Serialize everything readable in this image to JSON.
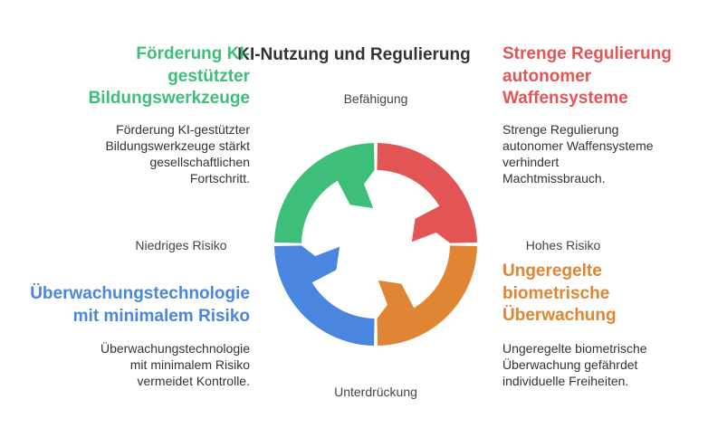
{
  "title": "KI-Nutzung und Regulierung",
  "axes": {
    "top": "Befähigung",
    "bottom": "Unterdrückung",
    "left": "Niedriges Risiko",
    "right": "Hohes Risiko"
  },
  "quadrants": {
    "top_left": {
      "title_lines": [
        "Förderung KI-",
        "gestützter",
        "Bildungswerkzeuge"
      ],
      "desc_lines": [
        "Förderung KI-gestützter",
        "Bildungswerkzeuge stärkt",
        "gesellschaftlichen",
        "Fortschritt."
      ],
      "color": "#3dbf7a"
    },
    "top_right": {
      "title_lines": [
        "Strenge Regulierung",
        "autonomer",
        "Waffensysteme"
      ],
      "desc_lines": [
        "Strenge Regulierung",
        "autonomer Waffensysteme",
        "verhindert",
        "Machtmissbrauch."
      ],
      "color": "#e35555"
    },
    "bottom_right": {
      "title_lines": [
        "Ungeregelte",
        "biometrische",
        "Überwachung"
      ],
      "desc_lines": [
        "Ungeregelte biometrische",
        "Überwachung gefährdet",
        "individuelle Freiheiten."
      ],
      "color": "#e08533"
    },
    "bottom_left": {
      "title_lines": [
        "Überwachungstechnologie",
        "mit minimalem Risiko"
      ],
      "desc_lines": [
        "Überwachungstechnologie",
        "mit minimalem Risiko",
        "vermeidet Kontrolle."
      ],
      "color": "#4a86e0"
    }
  }
}
